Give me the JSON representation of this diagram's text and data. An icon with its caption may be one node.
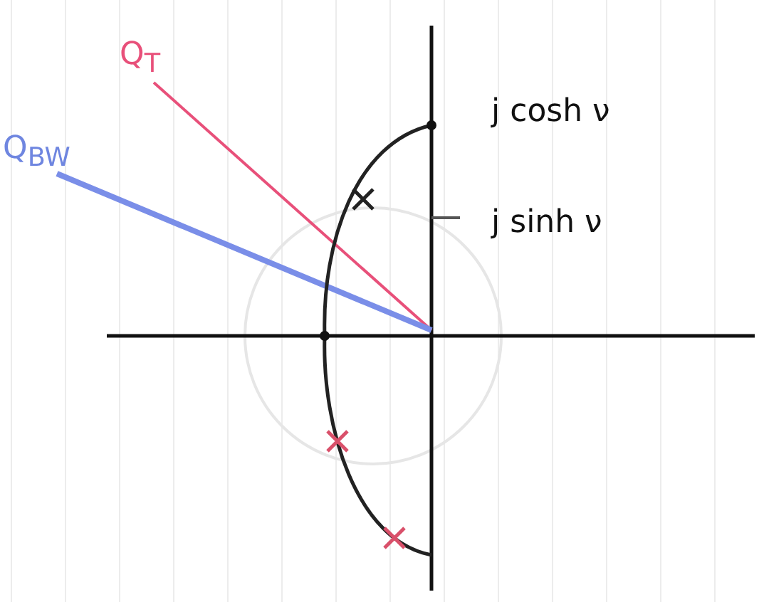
{
  "diagram": {
    "labels": [
      "Q$_{T}$",
      "Q$_{BW}$",
      "j cosh ν",
      "j sinh ν"
    ]
  }
}
